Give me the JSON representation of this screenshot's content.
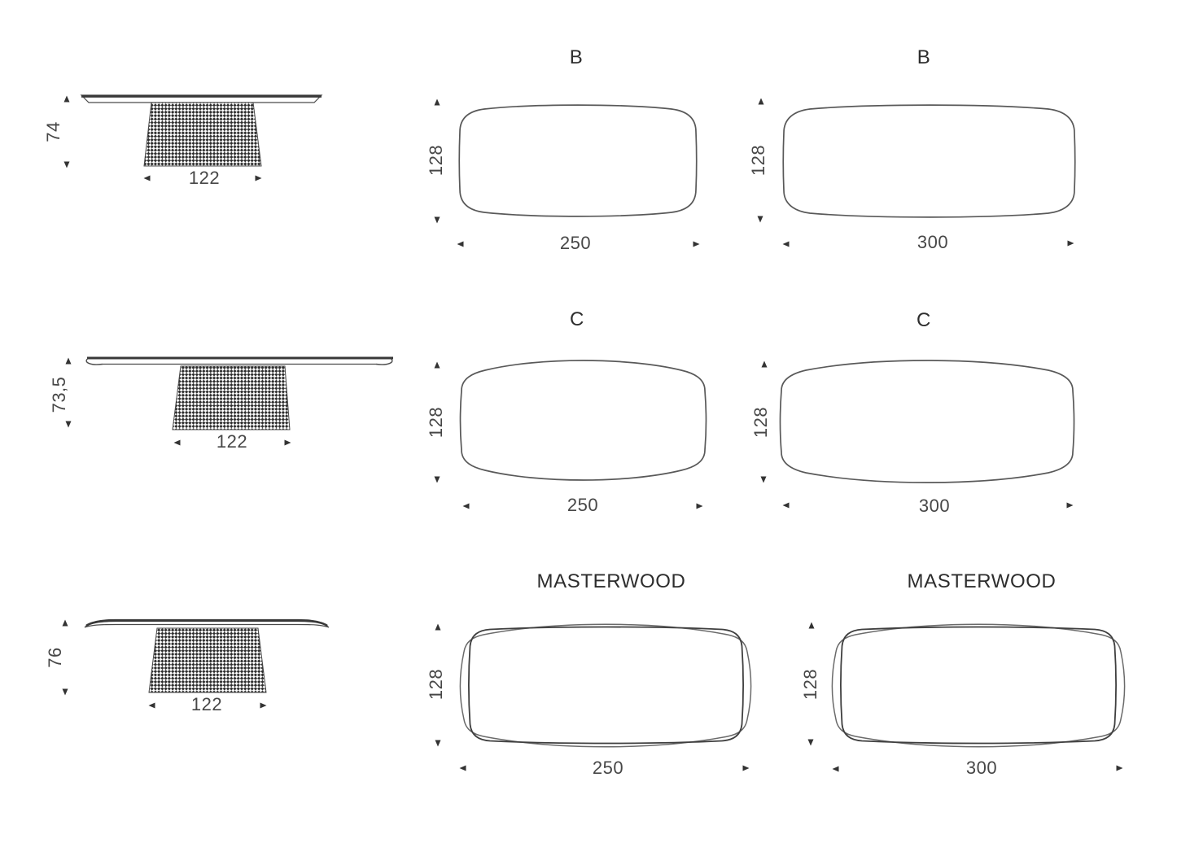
{
  "canvas": {
    "background_color": "#ffffff",
    "outline_color": "#585858",
    "ink_color": "#2d2d2d",
    "dimension_text_color": "#474747"
  },
  "side_views": [
    {
      "name": "side-view-height-74",
      "height": "74",
      "width": "122"
    },
    {
      "name": "side-view-height-73-5",
      "height": "73,5",
      "width": "122"
    },
    {
      "name": "side-view-height-76",
      "height": "76",
      "width": "122"
    }
  ],
  "top_views": [
    {
      "name": "top-view-b-250",
      "title": "B",
      "depth": "128",
      "length": "250"
    },
    {
      "name": "top-view-b-300",
      "title": "B",
      "depth": "128",
      "length": "300"
    },
    {
      "name": "top-view-c-250",
      "title": "C",
      "depth": "128",
      "length": "250"
    },
    {
      "name": "top-view-c-300",
      "title": "C",
      "depth": "128",
      "length": "300"
    },
    {
      "name": "top-view-masterwood-250",
      "title": "MASTERWOOD",
      "depth": "128",
      "length": "250"
    },
    {
      "name": "top-view-masterwood-300",
      "title": "MASTERWOOD",
      "depth": "128",
      "length": "300"
    }
  ]
}
